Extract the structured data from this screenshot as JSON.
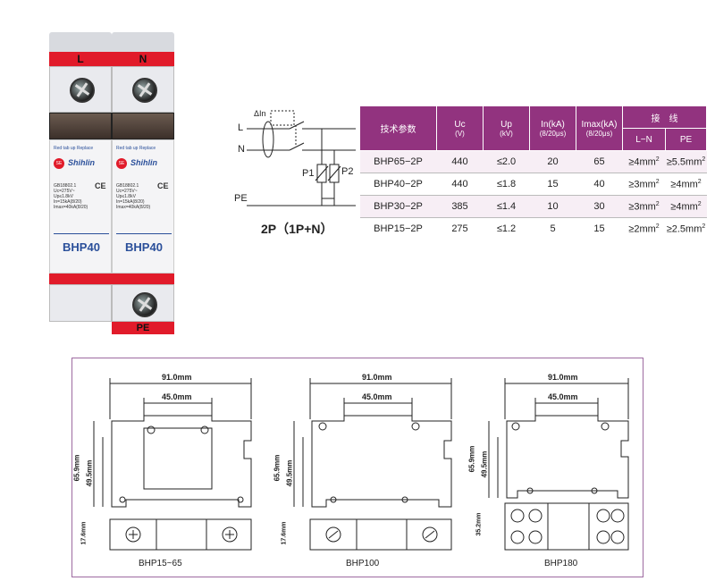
{
  "photo": {
    "terminal_left": "L",
    "terminal_right": "N",
    "terminal_bottom": "PE",
    "tab_text": "Red tab up Replace",
    "brand": "Shihlin",
    "logo": "SE",
    "left_specs": [
      "GB18802.1",
      "Uc=275V~",
      "Up≤1.8kV",
      "In=15kA(8/20)",
      "Imax=40kA(8/20)"
    ],
    "right_specs": [
      "GB18802.1",
      "Uc=275V~",
      "Up≤1.8kV",
      "In=15kA(8/20)",
      "Imax=40kA(8/20)"
    ],
    "ce": "CE",
    "model": "BHP40"
  },
  "schematic": {
    "delta_label": "ΔIn",
    "line_L": "L",
    "line_N": "N",
    "line_PE": "PE",
    "p1": "P1",
    "p2": "P2",
    "title": "2P（1P+N）"
  },
  "table": {
    "headers": {
      "param": "技术参数",
      "uc": "Uc",
      "uc_unit": "(V)",
      "up": "Up",
      "up_unit": "(kV)",
      "in": "In(kA)",
      "in_unit": "(8/20μs)",
      "imax": "Imax(kA)",
      "imax_unit": "(8/20μs)",
      "wiring": "接　线",
      "ln": "L−N",
      "pe": "PE"
    },
    "rows": [
      {
        "model": "BHP65−2P",
        "uc": "440",
        "up": "≤2.0",
        "in": "20",
        "imax": "65",
        "ln": "≥4mm",
        "pe": "≥5.5mm"
      },
      {
        "model": "BHP40−2P",
        "uc": "440",
        "up": "≤1.8",
        "in": "15",
        "imax": "40",
        "ln": "≥3mm",
        "pe": "≥4mm"
      },
      {
        "model": "BHP30−2P",
        "uc": "385",
        "up": "≤1.4",
        "in": "10",
        "imax": "30",
        "ln": "≥3mm",
        "pe": "≥4mm"
      },
      {
        "model": "BHP15−2P",
        "uc": "275",
        "up": "≤1.2",
        "in": "5",
        "imax": "15",
        "ln": "≥2mm",
        "pe": "≥2.5mm"
      }
    ],
    "superscript": "2"
  },
  "drawings": [
    {
      "width_total": "91.0mm",
      "width_inner": "45.0mm",
      "height_total": "65.9mm",
      "height_inner": "49.5mm",
      "depth": "17.6mm",
      "caption": "BHP15~65"
    },
    {
      "width_total": "91.0mm",
      "width_inner": "45.0mm",
      "height_total": "65.9mm",
      "height_inner": "49.5mm",
      "depth": "17.6mm",
      "caption": "BHP100"
    },
    {
      "width_total": "91.0mm",
      "width_inner": "45.0mm",
      "height_total": "65.9mm",
      "height_inner": "49.5mm",
      "depth": "35.2mm",
      "caption": "BHP180"
    }
  ]
}
